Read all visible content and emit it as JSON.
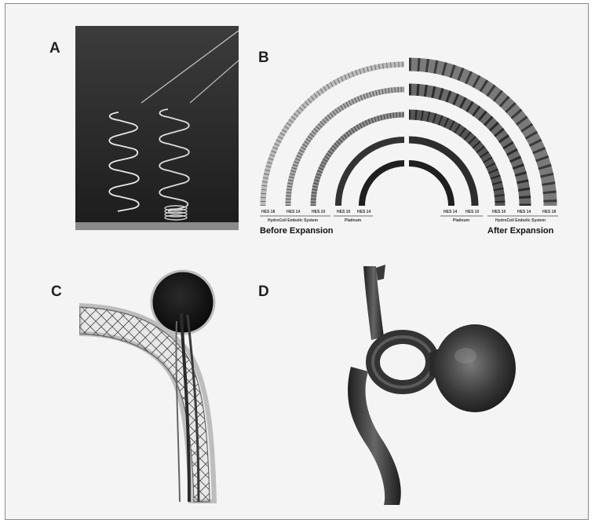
{
  "figure": {
    "panels": [
      {
        "label": "A"
      },
      {
        "label": "B"
      },
      {
        "label": "C"
      },
      {
        "label": "D"
      }
    ],
    "panel_b": {
      "ring_labels_left": [
        "HES 18",
        "HES 14",
        "HES 10",
        "HES 10",
        "HES 14"
      ],
      "ring_labels_right": [
        "HES 14",
        "HES 10",
        "HES 10",
        "HES 14",
        "HES 18"
      ],
      "group_left_caption": "HydroCoil Embolic System",
      "group_middle_left_caption": "Platinum",
      "group_middle_right_caption": "Platinum",
      "group_right_caption": "HydroCoil Embolic System",
      "before_label": "Before Expansion",
      "after_label": "After Expansion"
    }
  }
}
